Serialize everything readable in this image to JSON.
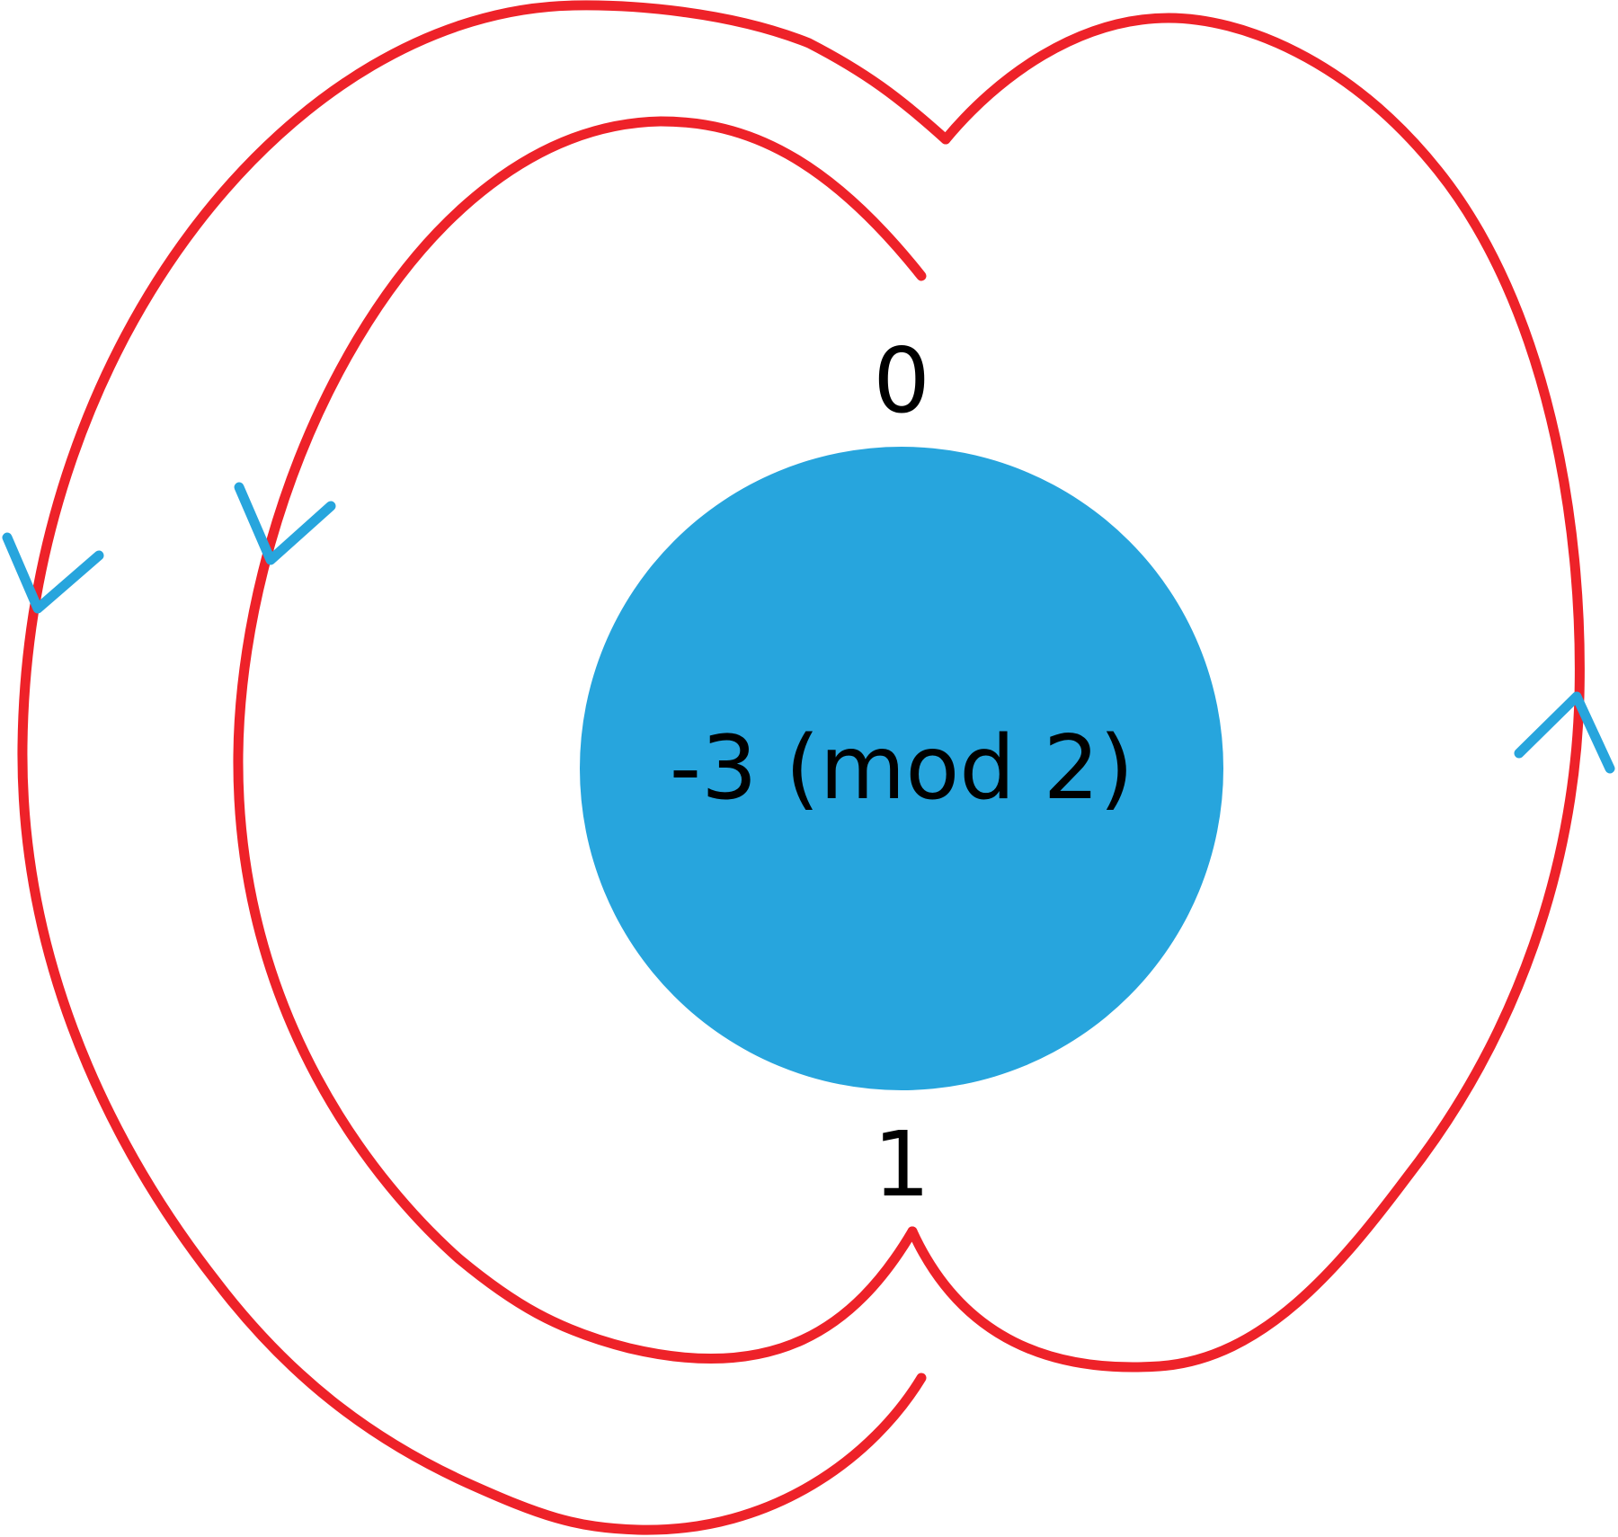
{
  "diagram": {
    "center_label": "-3 (mod 2)",
    "top_label": "0",
    "bottom_label": "1"
  },
  "colors": {
    "curve": "#ee2229",
    "disk": "#27a5dd",
    "arrow": "#27a5dd",
    "text": "#000000",
    "background": "#ffffff"
  }
}
